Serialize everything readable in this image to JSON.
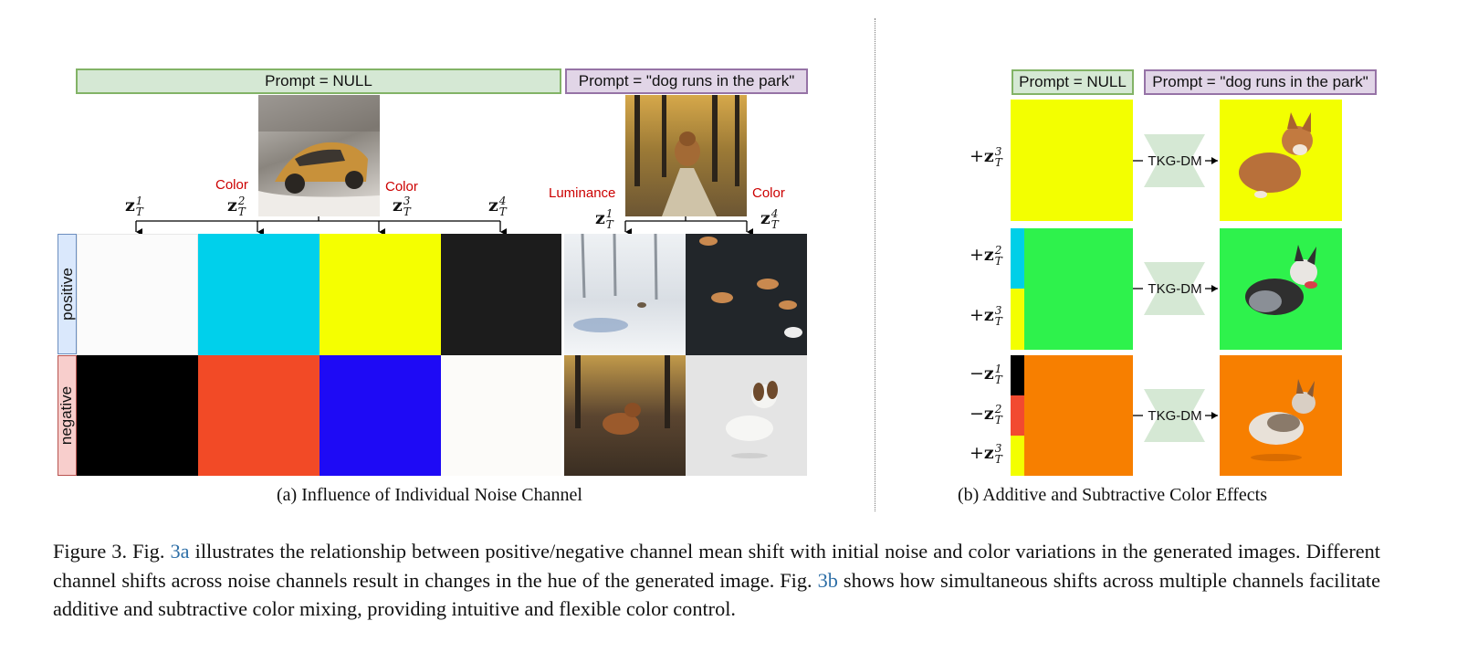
{
  "panel_a": {
    "header_null": "Prompt = NULL",
    "header_prompt": "Prompt = \"dog runs in the park\"",
    "label_color_left": "Color",
    "label_color_right": "Color",
    "label_luminance": "Luminance",
    "label_color_prompt": "Color",
    "row_positive": "positive",
    "row_negative": "negative",
    "caption": "(a) Influence of Individual Noise Channel",
    "colors": {
      "positive": [
        "#fbfbfb",
        "#00d0eb",
        "#f5ff00",
        "#1c1c1c"
      ],
      "negative": [
        "#000000",
        "#f24a26",
        "#1e0af5",
        "#fcfbf9"
      ]
    }
  },
  "panel_b": {
    "header_null": "Prompt = NULL",
    "header_prompt": "Prompt = \"dog runs in the park\"",
    "tkg_label": "TKG-DM",
    "caption": "(b) Additive and Subtractive Color Effects",
    "colors": {
      "row1": "#f3ff00",
      "row2": "#2ef24c",
      "row3": "#f77f00",
      "strip_cyan": "#00cfe8",
      "strip_yellow": "#f3ff00",
      "strip_black": "#000000",
      "strip_red": "#f24a30"
    }
  },
  "figure_caption": {
    "part1": "Figure 3.  Fig. ",
    "ref1": "3a",
    "part2": " illustrates the relationship between positive/negative channel mean shift with initial noise and color variations in the generated images. Different channel shifts across noise channels result in changes in the hue of the generated image. Fig. ",
    "ref2": "3b",
    "part3": " shows how simultaneous shifts across multiple channels facilitate additive and subtractive color mixing, providing intuitive and flexible color control."
  }
}
